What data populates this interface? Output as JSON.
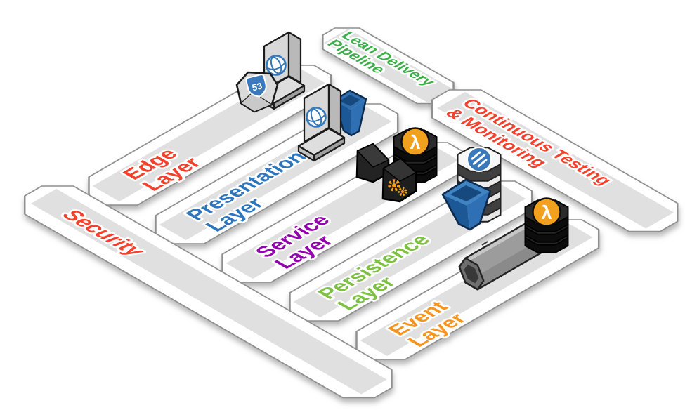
{
  "palette": {
    "background": "#ffffff",
    "plank_fill": "#ffffff",
    "plank_border": "#8f8f8f",
    "stripe": "#e0e0e0",
    "icon_orange": "#f2a11e",
    "icon_blue": "#3579bc",
    "icon_dark": "#1e1e1e"
  },
  "layers": [
    {
      "name": "Edge Layer",
      "line1": "Edge",
      "line2": "Layer",
      "color": "#f5402c"
    },
    {
      "name": "Presentation Layer",
      "line1": "Presentation",
      "line2": "Layer",
      "color": "#2e75bd"
    },
    {
      "name": "Service Layer",
      "line1": "Service",
      "line2": "Layer",
      "color": "#9203ae"
    },
    {
      "name": "Persistence Layer",
      "line1": "Persistence",
      "line2": "Layer",
      "color": "#7dc142"
    },
    {
      "name": "Event Layer",
      "line1": "Event",
      "line2": "Layer",
      "color": "#f7941e"
    }
  ],
  "bands": {
    "security": {
      "label": "Security",
      "color": "#f5402c"
    },
    "lean": {
      "line1": "Lean Delivery",
      "line2": "Pipeline",
      "color": "#3daf49"
    },
    "continuous": {
      "line1": "Continuous Testing",
      "line2": "& Monitoring",
      "color": "#f5402c"
    }
  },
  "glyphs": {
    "lambda": "λ",
    "route53": "53"
  },
  "icons": [
    {
      "name": "dns-shield-icon",
      "layer": "Edge Layer",
      "badge": "53"
    },
    {
      "name": "cdn-globe-tower-icon",
      "layer": "Edge Layer"
    },
    {
      "name": "cdn-globe-tower-icon",
      "layer": "Presentation Layer"
    },
    {
      "name": "api-gateway-pyramid-icon",
      "layer": "Presentation Layer"
    },
    {
      "name": "container-wedge-icon",
      "layer": "Service Layer"
    },
    {
      "name": "gears-wedge-icon",
      "layer": "Service Layer"
    },
    {
      "name": "lambda-stack-icon",
      "layer": "Service Layer",
      "badge": "λ"
    },
    {
      "name": "database-stack-icon",
      "layer": "Persistence Layer"
    },
    {
      "name": "ingest-funnel-icon",
      "layer": "Persistence Layer"
    },
    {
      "name": "stream-pipe-icon",
      "layer": "Event Layer"
    },
    {
      "name": "lambda-stack-icon",
      "layer": "Event Layer",
      "badge": "λ"
    }
  ]
}
